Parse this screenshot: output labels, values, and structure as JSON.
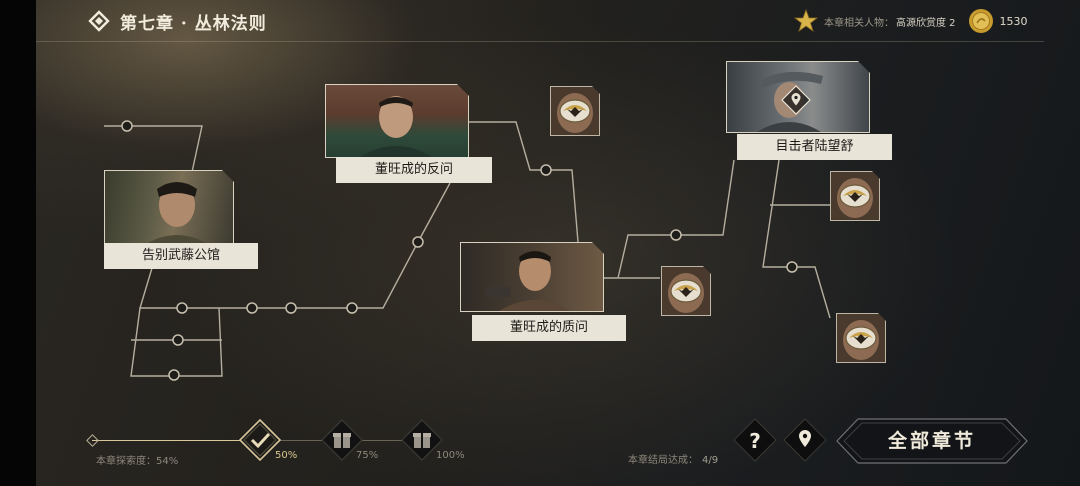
{
  "header": {
    "chapter_title": "第七章 · 丛林法则",
    "related_label": "本章相关人物：",
    "related_value": "高源欣赏度 2",
    "coins": "1530",
    "back_icon": "back-diamond-icon",
    "star_icon": "gold-star-icon",
    "coin_icon": "gold-coin-icon"
  },
  "nodes": {
    "farewell": "告别武藤公馆",
    "counter_question": "董旺成的反问",
    "interrogation": "董旺成的质问",
    "witness": "目击者陆望舒"
  },
  "progress": {
    "label": "本章探索度：",
    "value": "54%",
    "fraction": 0.54,
    "milestones": [
      "50%",
      "75%",
      "100%"
    ]
  },
  "endings": {
    "label": "本章结局达成：",
    "value": "4/9"
  },
  "buttons": {
    "help_icon": "question-icon",
    "map_icon": "location-pin-icon",
    "all_chapters": "全部章节"
  },
  "colors": {
    "accent_gold": "#d8c79a",
    "label_bg": "#e9e4d8"
  }
}
